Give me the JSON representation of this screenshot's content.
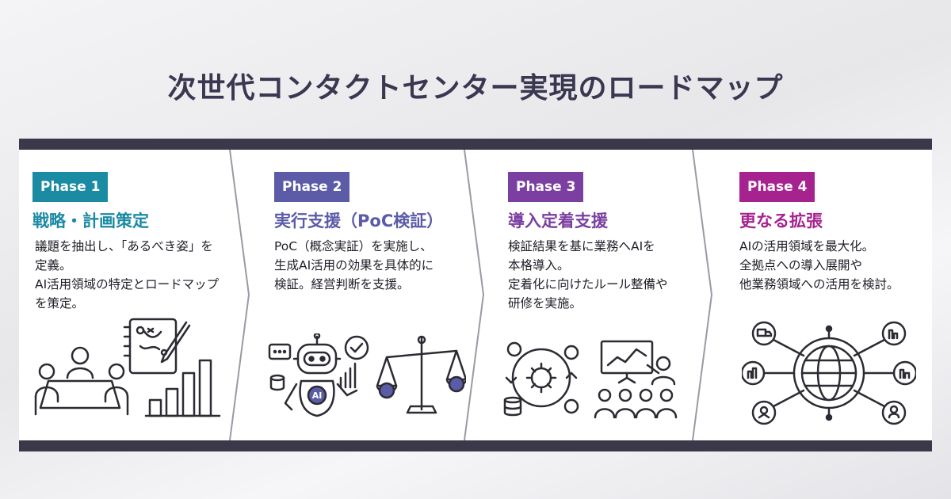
{
  "page_title": "次世代コンタクトセンター実現のロードマップ",
  "colors": {
    "dark_bar": "#3a3849",
    "phase1": "#1b8aa3",
    "phase2": "#5b5ba8",
    "phase3": "#7a3fa0",
    "phase4": "#a6238f",
    "icon_stroke": "#2b2b33"
  },
  "phases": [
    {
      "badge": "Phase 1",
      "title": "戦略・計画策定",
      "color": "#1b8aa3",
      "lines": [
        "議題を抽出し、「あるべき姿」を",
        "定義。",
        "AI活用領域の特定とロードマップ",
        "を策定。"
      ],
      "icon": "meeting-and-bar-chart-icon"
    },
    {
      "badge": "Phase 2",
      "title": "実行支援（PoC検証）",
      "color": "#5b5ba8",
      "lines": [
        "PoC（概念実証）を実施し、",
        "生成AI活用の効果を具体的に",
        "検証。経営判断を支援。"
      ],
      "icon": "ai-robot-and-scale-icon",
      "robot_label": "AI"
    },
    {
      "badge": "Phase 3",
      "title": "導入定着支援",
      "color": "#7a3fa0",
      "lines": [
        "検証結果を基に業務へAIを",
        "本格導入。",
        "定着化に向けたルール整備や",
        "研修を実施。"
      ],
      "icon": "gears-and-training-icon"
    },
    {
      "badge": "Phase 4",
      "title": "更なる拡張",
      "color": "#a6238f",
      "lines": [
        "AIの活用領域を最大化。",
        "全拠点への導入展開や",
        "他業務領域への活用を検討。"
      ],
      "icon": "global-network-icon"
    }
  ]
}
